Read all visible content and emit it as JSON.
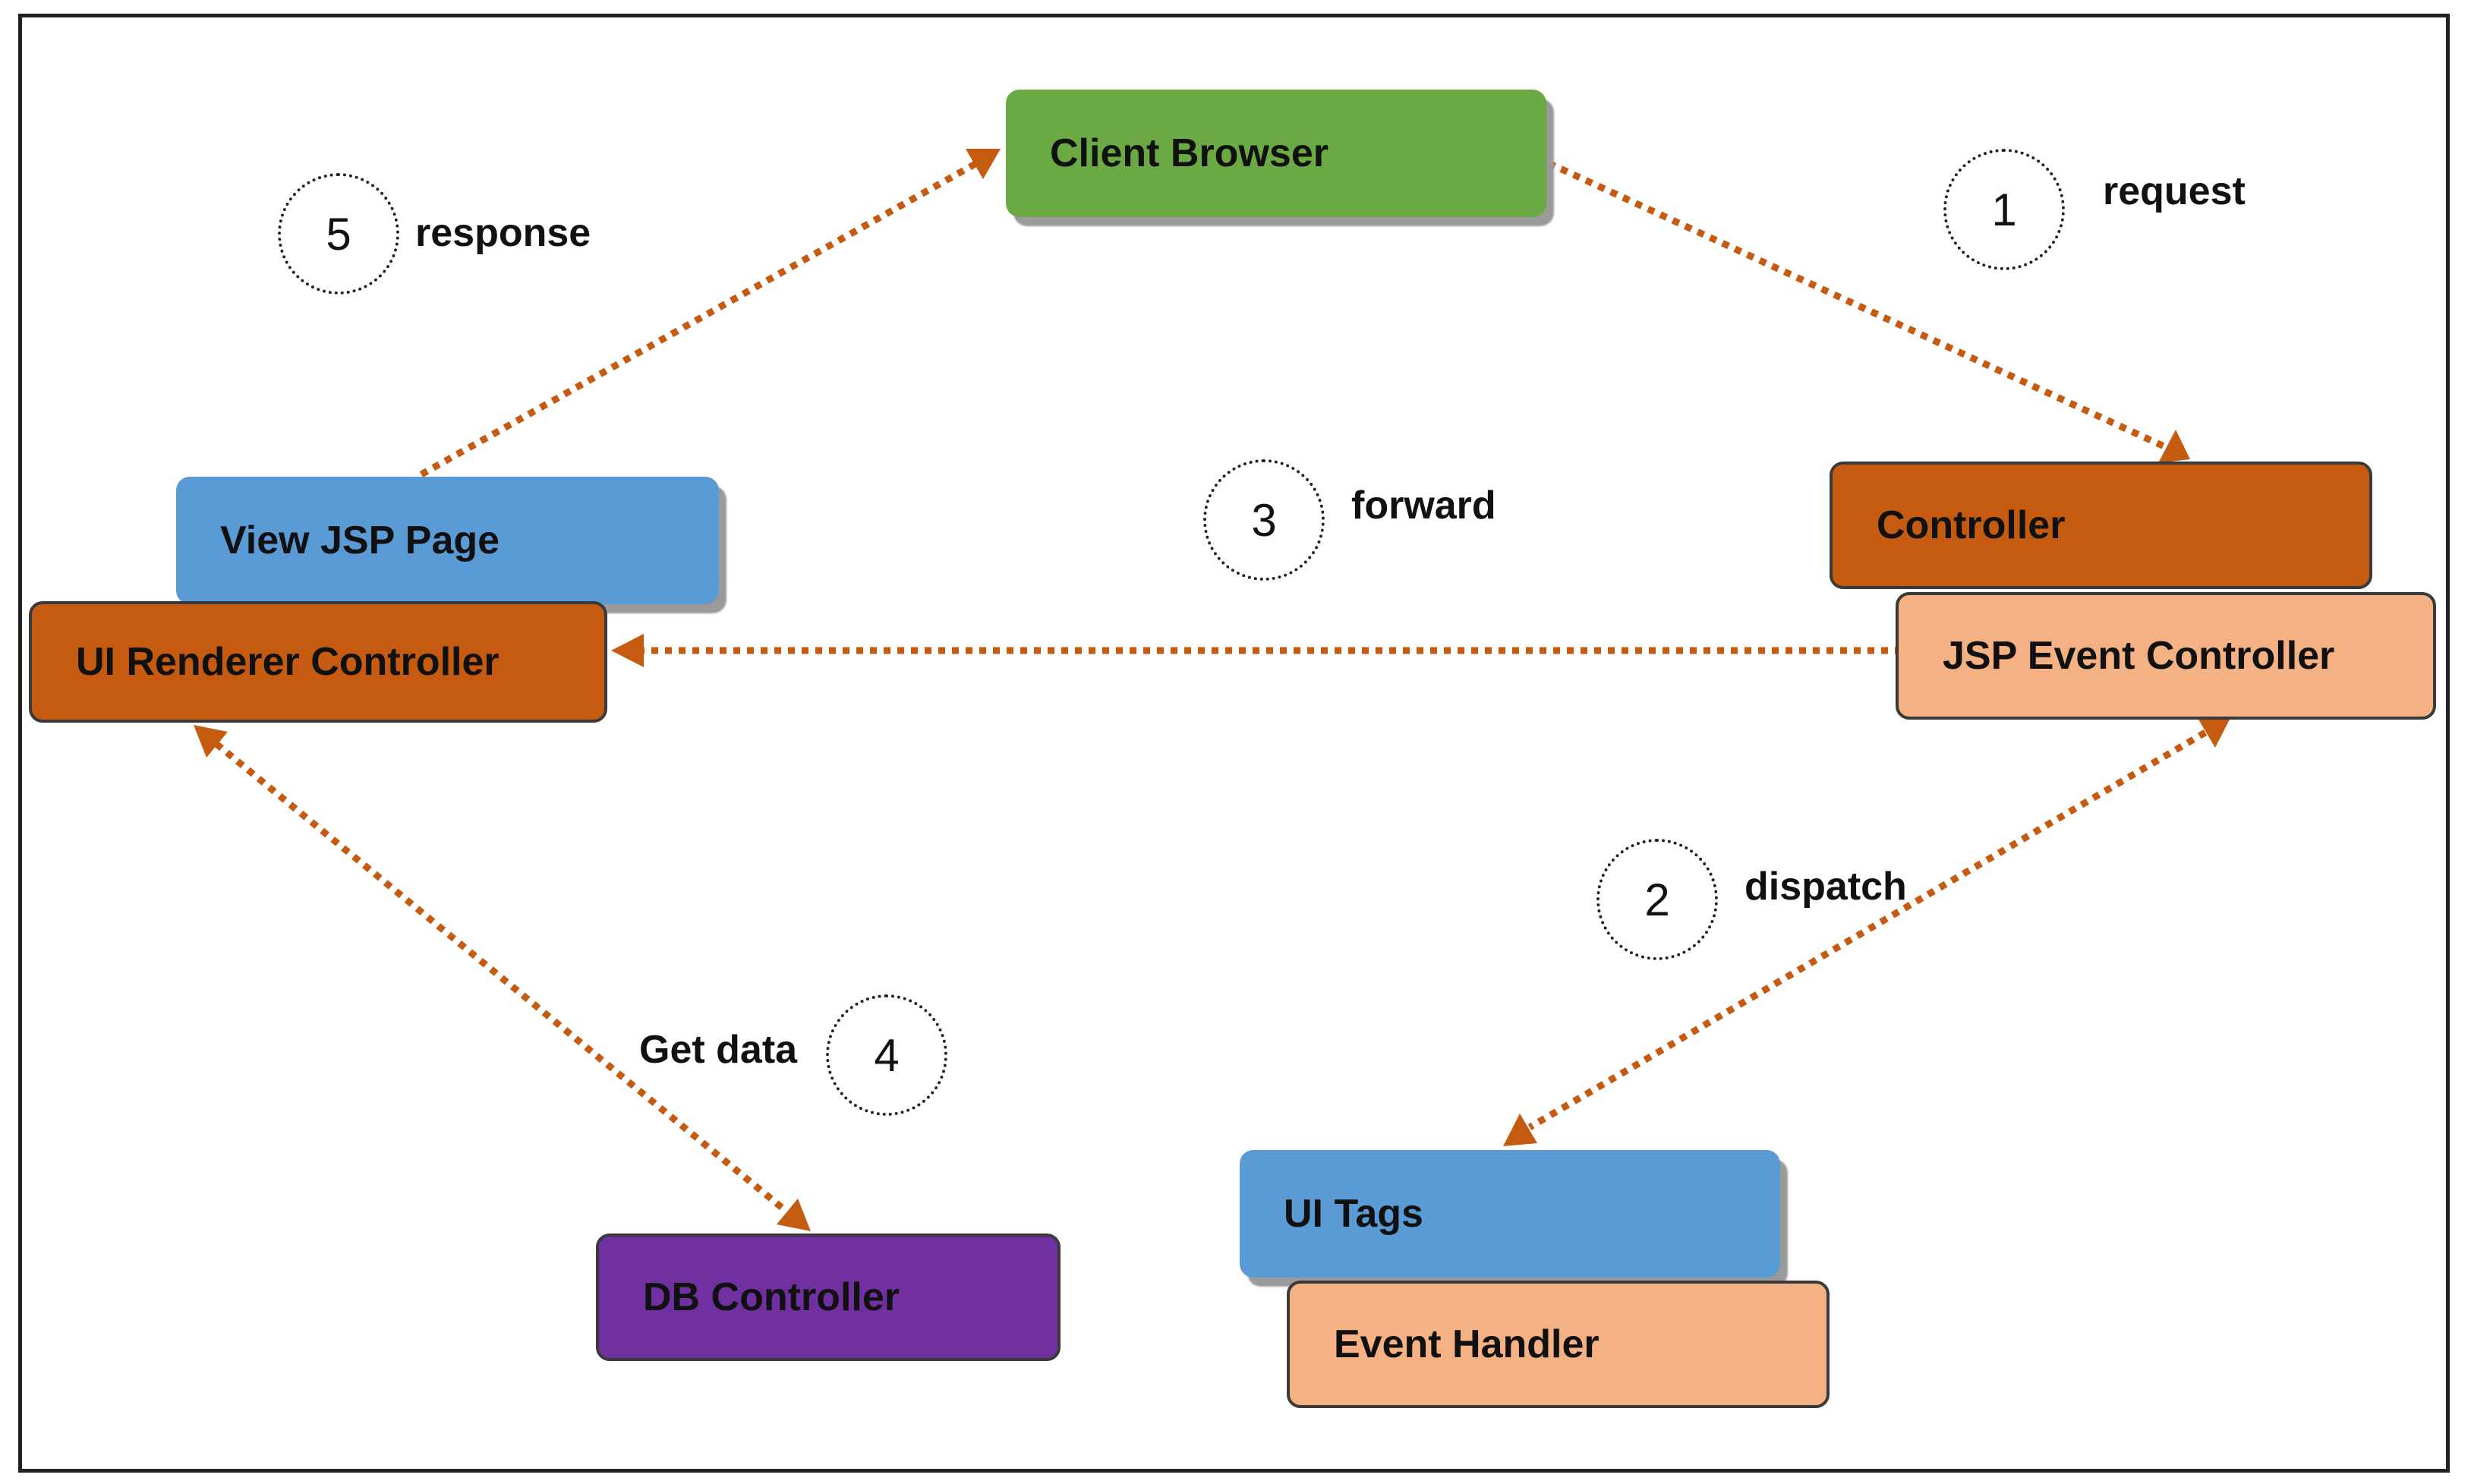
{
  "colors": {
    "green": "#6aa944",
    "blue": "#5b9bd5",
    "dark_orange": "#c55a11",
    "light_orange": "#f4b183",
    "purple": "#7030a0",
    "arrow": "#c55a11"
  },
  "nodes": {
    "client_browser": "Client Browser",
    "view_jsp_page": "View JSP Page",
    "ui_renderer_controller": "UI Renderer Controller",
    "controller": "Controller",
    "jsp_event_controller": "JSP Event Controller",
    "db_controller": "DB Controller",
    "ui_tags": "UI Tags",
    "event_handler": "Event Handler"
  },
  "steps": [
    {
      "number": "1",
      "label": "request"
    },
    {
      "number": "2",
      "label": "dispatch"
    },
    {
      "number": "3",
      "label": "forward"
    },
    {
      "number": "4",
      "label": "Get data"
    },
    {
      "number": "5",
      "label": "response"
    }
  ],
  "edges": [
    {
      "from": "Client Browser",
      "to": "Controller",
      "step": "1"
    },
    {
      "from": "JSP Event Controller",
      "to": "UI Tags",
      "step": "2",
      "bidirectional": true
    },
    {
      "from": "JSP Event Controller",
      "to": "UI Renderer Controller",
      "step": "3"
    },
    {
      "from": "UI Renderer Controller",
      "to": "DB Controller",
      "step": "4",
      "bidirectional": true
    },
    {
      "from": "View JSP Page",
      "to": "Client Browser",
      "step": "5"
    }
  ]
}
